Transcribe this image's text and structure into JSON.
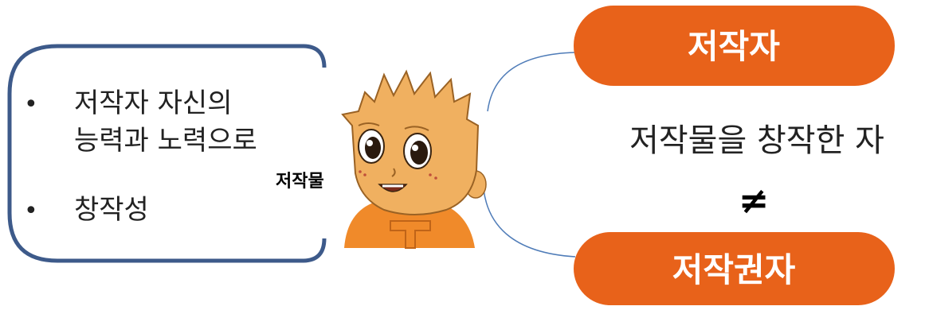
{
  "left_box": {
    "bullets": [
      {
        "marker": "•",
        "lines": [
          "저작자 자신의",
          "능력과 노력으로"
        ]
      },
      {
        "marker": "•",
        "lines": [
          "창작성"
        ]
      }
    ]
  },
  "character": {
    "label": "저작물",
    "icon": "cartoon-boy-character"
  },
  "top_pill": {
    "label": "저작자"
  },
  "bottom_pill": {
    "label": "저작권자"
  },
  "definition": "저작물을 창작한 자",
  "not_equal_symbol": "≠",
  "colors": {
    "accent": "#E8621A",
    "box_border": "#3D5A8A",
    "connector": "#4F7CB8",
    "skin": "#F0B060",
    "shirt": "#F08A2A"
  }
}
